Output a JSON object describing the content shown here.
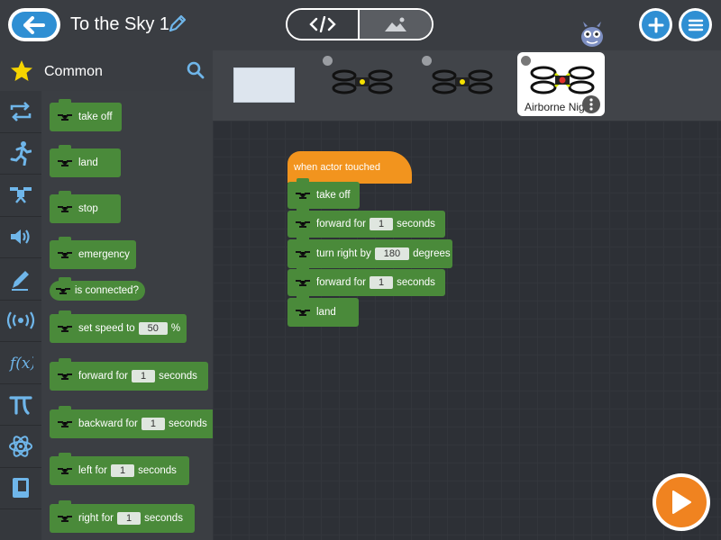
{
  "header": {
    "title": "To the Sky 1",
    "back_icon": "arrow-left-icon",
    "edit_icon": "pencil-icon",
    "toggle": {
      "code_icon": "code-icon",
      "scene_icon": "image-icon"
    },
    "add_icon": "plus-icon",
    "menu_icon": "hamburger-icon"
  },
  "sidebar": {
    "category_title": "Common",
    "categories": [
      "loop-icon",
      "run-icon",
      "drone-icon",
      "speaker-icon",
      "pen-icon",
      "broadcast-icon",
      "function-icon",
      "pi-icon",
      "atom-icon",
      "book-icon"
    ]
  },
  "palette": {
    "blocks": [
      {
        "label": "take off"
      },
      {
        "label": "land"
      },
      {
        "label": "stop"
      },
      {
        "label": "emergency"
      },
      {
        "label": "is connected?"
      },
      {
        "label": "set speed to",
        "value": "50",
        "suffix": "%"
      },
      {
        "label": "forward for",
        "value": "1",
        "suffix": "seconds"
      },
      {
        "label": "backward for",
        "value": "1",
        "suffix": "seconds"
      },
      {
        "label": "left for",
        "value": "1",
        "suffix": "seconds"
      },
      {
        "label": "right for",
        "value": "1",
        "suffix": "seconds"
      }
    ]
  },
  "actors": {
    "selected_label": "Airborne Night"
  },
  "script": {
    "hat": "when actor touched",
    "blocks": [
      {
        "label": "take off"
      },
      {
        "label": "forward for",
        "value": "1",
        "suffix": "seconds"
      },
      {
        "label": "turn right by",
        "value": "180",
        "suffix": "degrees"
      },
      {
        "label": "forward for",
        "value": "1",
        "suffix": "seconds"
      },
      {
        "label": "land"
      }
    ]
  },
  "colors": {
    "accent_blue": "#2f8fd3",
    "block_green": "#4a8a3a",
    "event_orange": "#f2941e",
    "play_orange": "#f08320"
  }
}
